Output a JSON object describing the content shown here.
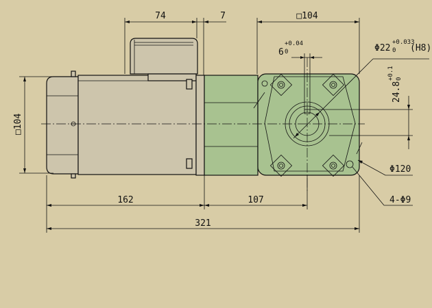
{
  "colors": {
    "background": "#d8cca6",
    "motor_body": "#cdc5ac",
    "gearhead": "#a8c290",
    "line": "#111111"
  },
  "dimensions": {
    "terminal_box_width": "74",
    "flange_gap": "7",
    "gearhead_square_top": "□104",
    "key_width": "6",
    "key_width_tol_upper": "+0.04",
    "key_width_tol_lower": "0",
    "shaft_diameter": "Φ22",
    "shaft_tol_upper": "+0.033",
    "shaft_tol_lower": "0",
    "shaft_fit": "(H8)",
    "key_depth": "24.8",
    "key_depth_tol_upper": "+0.1",
    "key_depth_tol_lower": "0",
    "motor_square_side": "□104",
    "pcd": "Φ120",
    "mount_holes": "4-Φ9",
    "motor_length": "162",
    "gearhead_length": "107",
    "overall_length": "321"
  }
}
